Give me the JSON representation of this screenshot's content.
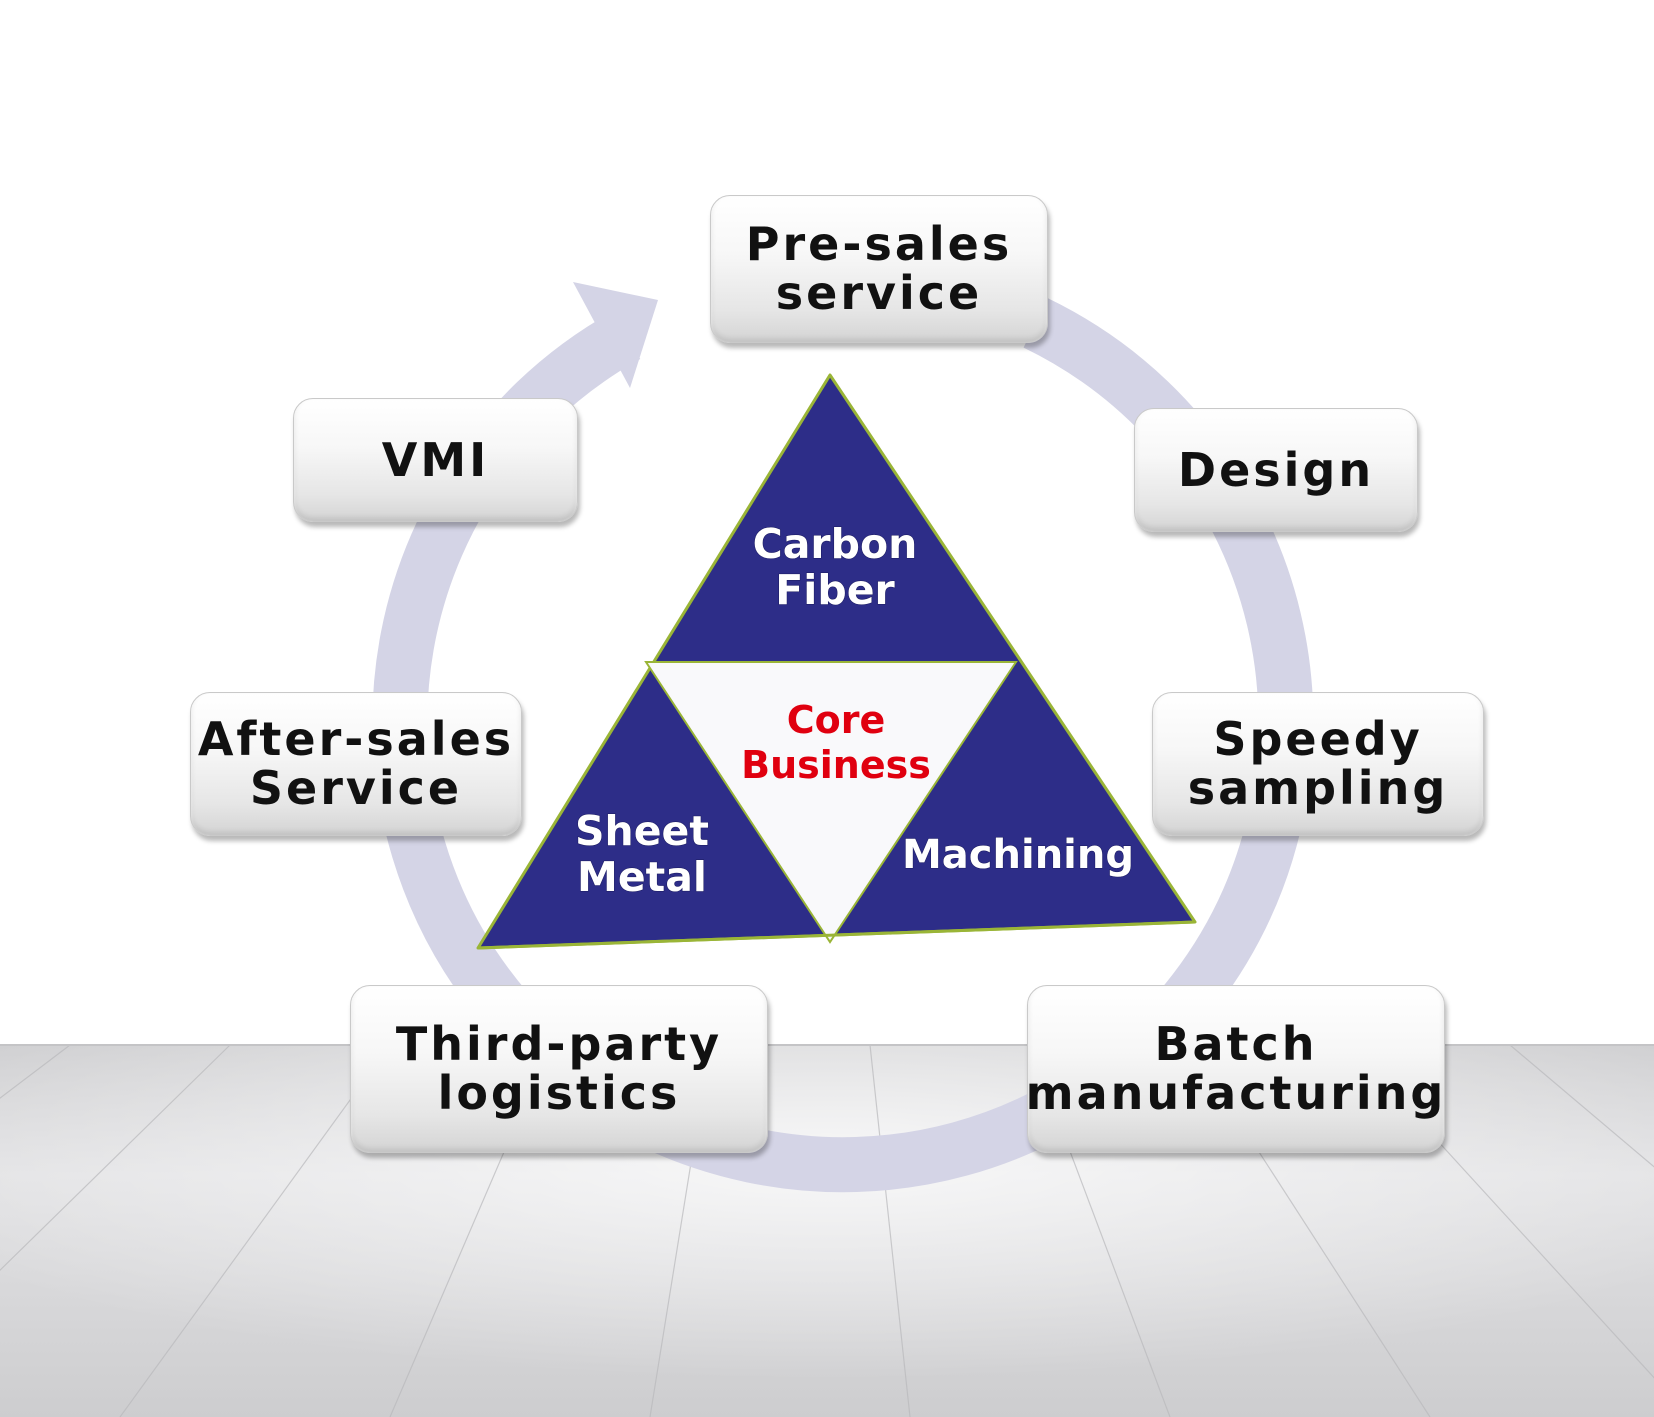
{
  "diagram": {
    "core": {
      "label": "Core\nBusiness",
      "color": "#e0000f"
    },
    "segments": [
      {
        "id": "carbon-fiber",
        "label": "Carbon\nFiber"
      },
      {
        "id": "sheet-metal",
        "label": "Sheet\nMetal"
      },
      {
        "id": "machining",
        "label": "Machining"
      }
    ],
    "cycle_steps": [
      {
        "id": "pre-sales",
        "label": "Pre-sales\nservice"
      },
      {
        "id": "design",
        "label": "Design"
      },
      {
        "id": "speedy",
        "label": "Speedy\nsampling"
      },
      {
        "id": "batch",
        "label": "Batch\nmanufacturing"
      },
      {
        "id": "third-party",
        "label": "Third-party\nlogistics"
      },
      {
        "id": "after-sales",
        "label": "After-sales\nService"
      },
      {
        "id": "vmi",
        "label": "VMI"
      }
    ],
    "colors": {
      "triangle_fill": "#2d2d88",
      "triangle_edge": "#9ab537",
      "ring": "#d4d4e6",
      "segment_text": "#ffffff",
      "box_text": "#111111"
    }
  }
}
